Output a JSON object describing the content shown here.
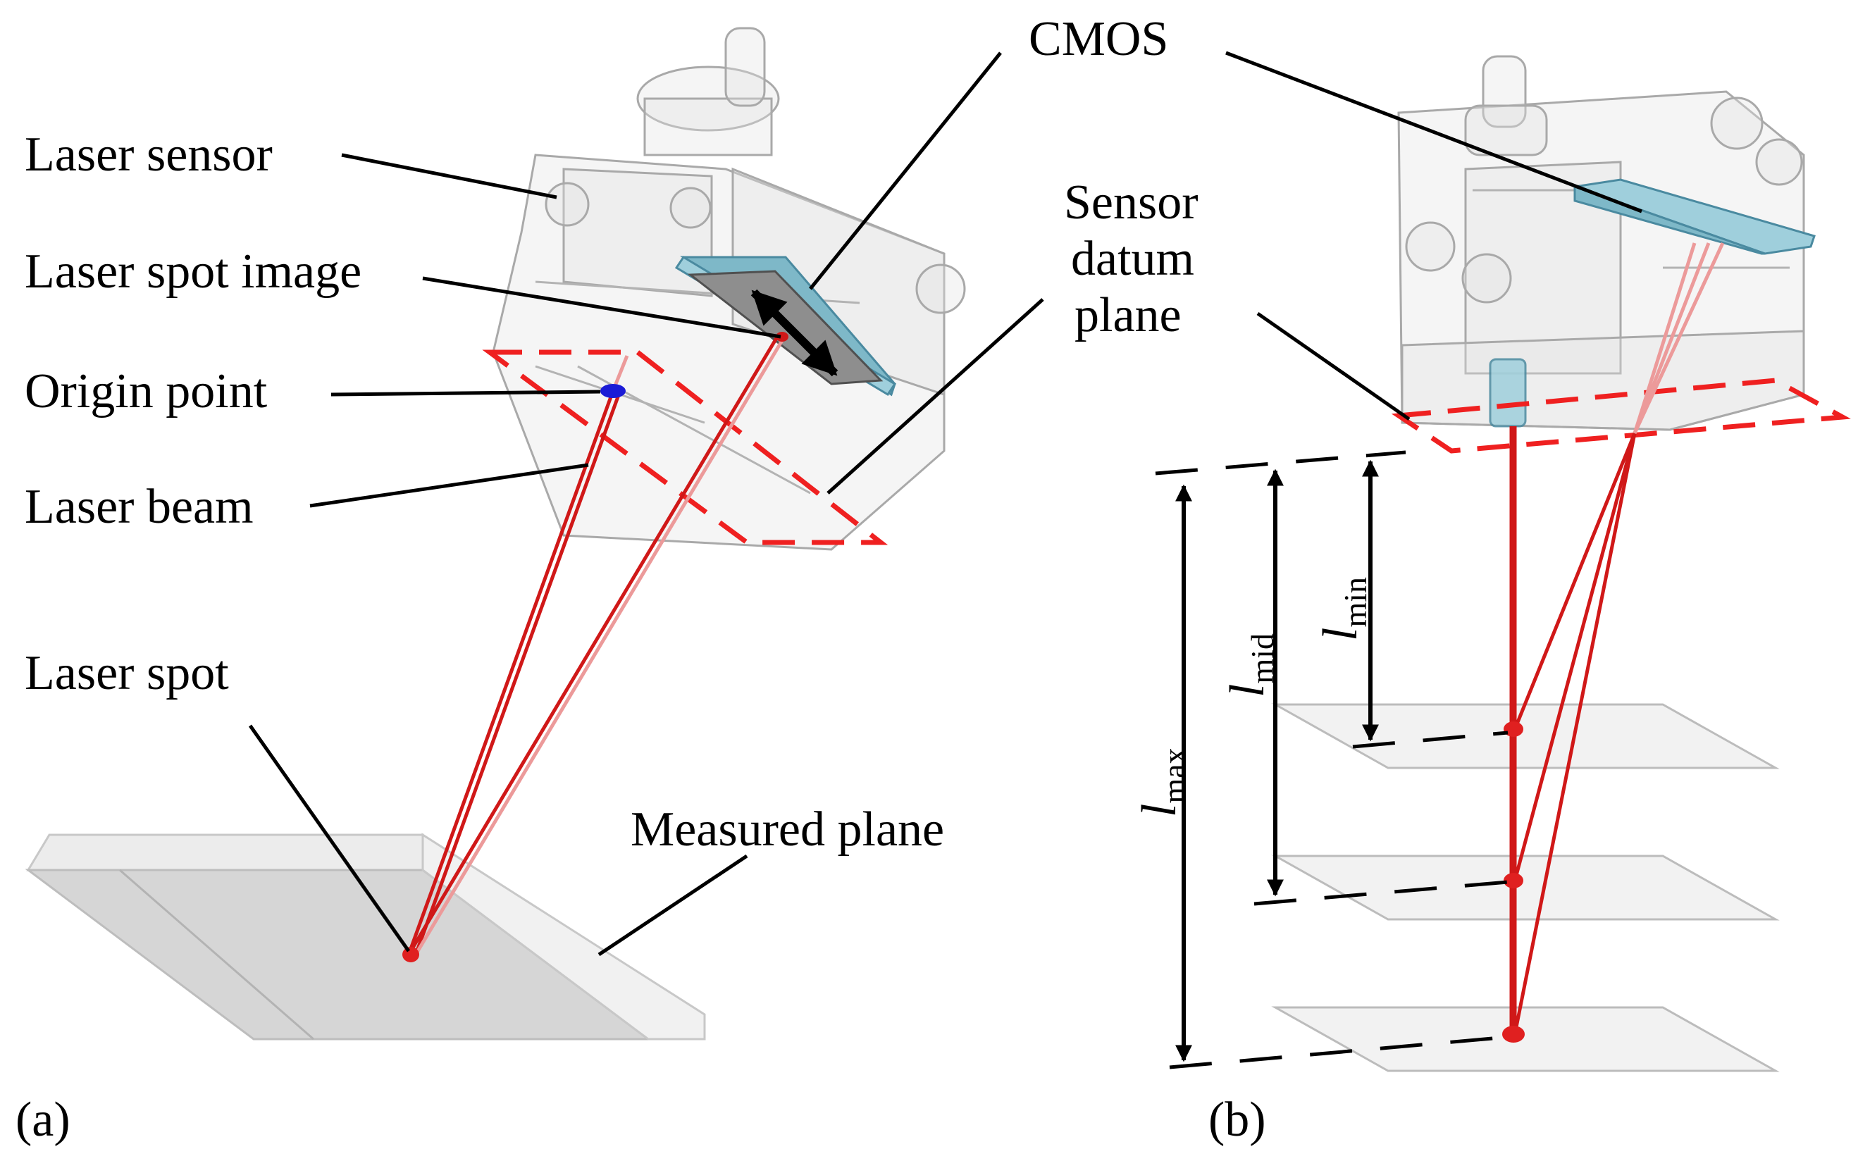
{
  "panel_a": {
    "tag": "(a)",
    "labels": {
      "laser_sensor": "Laser sensor",
      "laser_spot_image": "Laser spot image",
      "origin_point": "Origin point",
      "laser_beam": "Laser beam",
      "laser_spot": "Laser spot",
      "measured_plane": "Measured plane",
      "cmos": "CMOS",
      "sensor_datum_plane": [
        "Sensor",
        "datum",
        "plane"
      ]
    }
  },
  "panel_b": {
    "tag": "(b)",
    "distances": {
      "max": {
        "symbol": "l",
        "subscript": "max"
      },
      "mid": {
        "symbol": "l",
        "subscript": "mid"
      },
      "min": {
        "symbol": "l",
        "subscript": "min"
      }
    }
  },
  "colors": {
    "laser": "#d01818",
    "datum_outline": "#ef2020",
    "origin_point": "#1b1bd6",
    "cmos_fill": "#9fcfdc",
    "measured_plane": "#d6d6d6"
  }
}
